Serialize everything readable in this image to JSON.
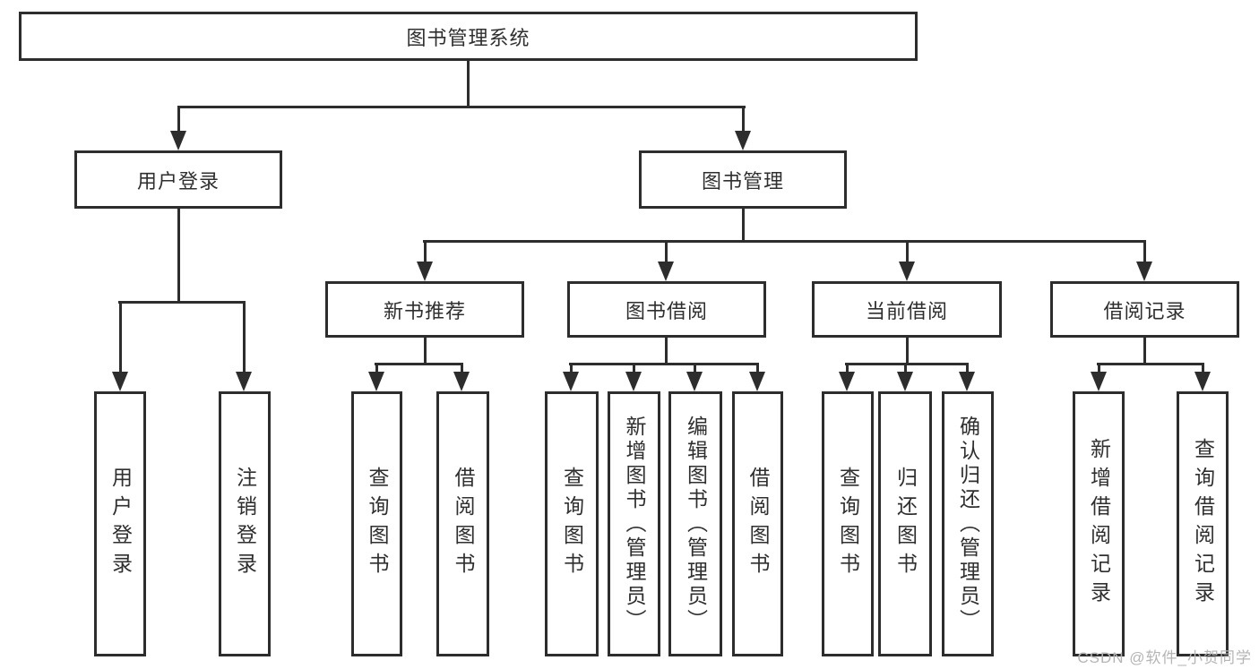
{
  "tree": {
    "label": "图书管理系统",
    "children": [
      {
        "label": "用户登录",
        "children": [
          {
            "label": "用户登录"
          },
          {
            "label": "注销登录"
          }
        ]
      },
      {
        "label": "图书管理",
        "children": [
          {
            "label": "新书推荐",
            "children": [
              {
                "label": "查询图书"
              },
              {
                "label": "借阅图书"
              }
            ]
          },
          {
            "label": "图书借阅",
            "children": [
              {
                "label": "查询图书"
              },
              {
                "label": "新增图书（管理员）"
              },
              {
                "label": "编辑图书（管理员）"
              },
              {
                "label": "借阅图书"
              }
            ]
          },
          {
            "label": "当前借阅",
            "children": [
              {
                "label": "查询图书"
              },
              {
                "label": "归还图书"
              },
              {
                "label": "确认归还（管理员）"
              }
            ]
          },
          {
            "label": "借阅记录",
            "children": [
              {
                "label": "新增借阅记录"
              },
              {
                "label": "查询借阅记录"
              }
            ]
          }
        ]
      }
    ]
  },
  "watermark": "CSDN @软件_小贺同学",
  "colors": {
    "line": "#2d2d2d",
    "text": "#2f2f2f",
    "background": "#ffffff",
    "watermark": "#b5b5b5"
  }
}
